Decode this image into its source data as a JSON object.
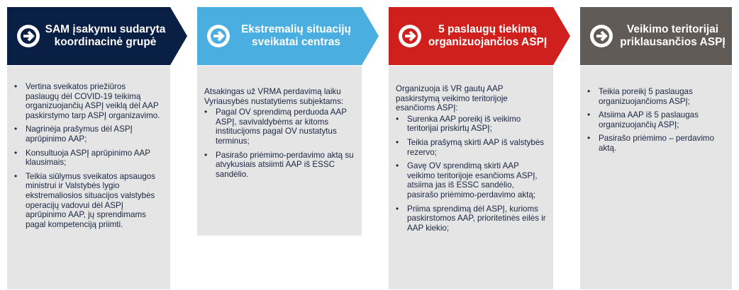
{
  "colors": {
    "box1": "#0a1f44",
    "box2": "#4aaee0",
    "box3": "#d0201d",
    "box4": "#615b57",
    "body_bg": "#e5e5e6",
    "text": "#1a2540"
  },
  "icons": [
    "arrow-right-circle-icon",
    "arrow-right-circle-icon",
    "arrow-right-circle-icon",
    "arrow-right-circle-icon"
  ],
  "steps": [
    {
      "title": "SAM įsakymu sudaryta koordinacinė grupė",
      "intro": "",
      "items": [
        "Vertina sveikatos priežiūros paslaugų dėl COVID-19 teikimą organizuojančių ASPĮ veiklą dėl AAP paskirstymo tarp ASPĮ organizavimo.",
        "Nagrinėja prašymus dėl ASPĮ aprūpinimo AAP;",
        "Konsultuoja ASPĮ aprūpinimo AAP klausimais;",
        "Teikia siūlymus sveikatos apsaugos ministrui ir Valstybės lygio ekstremaliosios situacijos valstybės operacijų vadovui dėl ASPĮ aprūpinimo AAP, jų sprendimams pagal kompetenciją priimti."
      ]
    },
    {
      "title": "Ekstremalių situacijų sveikatai centras",
      "intro": "Atsakingas už VRMA perdavimą laiku Vyriausybės nustatytiems subjektams:",
      "items": [
        "Pagal OV sprendimą perduoda AAP ASPĮ, savivaldybėms ar kitoms institucijoms pagal OV nustatytus terminus;",
        "Pasirašo priėmimo-perdavimo aktą su atvykusiais atsiimti AAP iš ESSC sandėlio."
      ]
    },
    {
      "title": "5 paslaugų tiekimą organizuojančios ASPĮ",
      "intro": "Organizuoja iš VR gautų AAP paskirstymą veikimo teritorijoje esančioms ASPĮ:",
      "items": [
        "Surenka AAP poreikį iš veikimo teritorijai priskirtų ASPĮ;",
        "Teikia prašymą skirti AAP iš valstybės rezervo;",
        "Gavę OV sprendimą skirti AAP veikimo teritorijoje esančioms ASPĮ, atsiima jas iš ESSC sandėlio, pasirašo priėmimo-perdavimo aktą;",
        "Priima sprendimą dėl ASPĮ, kurioms paskirstomos AAP, prioritetinės eilės ir AAP kiekio;"
      ]
    },
    {
      "title": "Veikimo teritorijai priklausančios ASPĮ",
      "intro": "",
      "items": [
        "Teikia poreikį 5 paslaugas organizuojančioms ASPĮ;",
        "Atsiima AAP iš 5 paslaugas organizuojančių ASPĮ;",
        "Pasirašo priėmimo – perdavimo aktą."
      ]
    }
  ]
}
